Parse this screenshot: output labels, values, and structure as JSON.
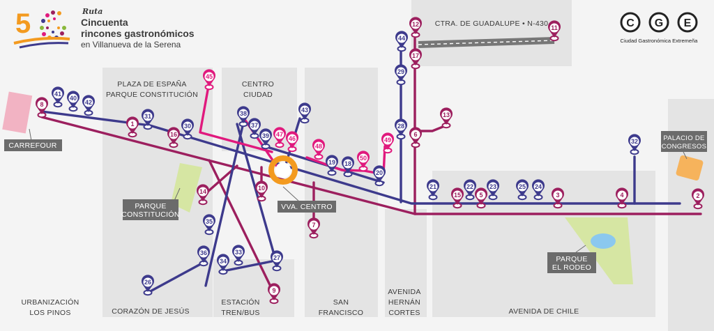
{
  "header": {
    "logo_number": "5",
    "ruta": "Ruta",
    "title_line1": "Cincuenta",
    "title_line2": "rincones gastronómicos",
    "title_line3": "en Villanueva de la Serena"
  },
  "cge": {
    "letters": [
      "C",
      "G",
      "E"
    ],
    "caption": "Ciudad Gastronómica Extremeña"
  },
  "areas": {
    "plaza_line1": "PLAZA DE ESPAÑA",
    "plaza_line2": "PARQUE CONSTITUCIÓN",
    "centro_line1": "CENTRO",
    "centro_line2": "CIUDAD",
    "ctra": "CTRA. DE GUADALUPE • N-430",
    "urbanizacion_line1": "URBANIZACIÓN",
    "urbanizacion_line2": "LOS PINOS",
    "corazon": "CORAZÓN DE JESÚS",
    "estacion_line1": "ESTACIÓN",
    "estacion_line2": "TREN/BUS",
    "san_line1": "SAN",
    "san_line2": "FRANCISCO",
    "hernan_line1": "AVENIDA",
    "hernan_line2": "HERNÁN",
    "hernan_line3": "CORTES",
    "chile": "AVENIDA DE CHILE"
  },
  "tags": {
    "carrefour": "CARREFOUR",
    "parque_line1": "PARQUE",
    "parque_line2": "CONSTITUCIÓN",
    "vva": "VVA. CENTRO",
    "rodeo_line1": "PARQUE",
    "rodeo_line2": "EL RODEO",
    "palacio_line1": "PALACIO DE",
    "palacio_line2": "CONGRESOS"
  },
  "colors": {
    "blue": "#3d3a8c",
    "purple": "#9c1f5e",
    "pink": "#e0197d",
    "orange": "#f39a1f",
    "block": "#e4e4e4",
    "green": "#d6e6a3",
    "tag": "#6b6b6b"
  },
  "pins": [
    {
      "num": "1",
      "route": "purple"
    },
    {
      "num": "2",
      "route": "purple"
    },
    {
      "num": "3",
      "route": "purple"
    },
    {
      "num": "4",
      "route": "purple"
    },
    {
      "num": "5",
      "route": "purple"
    },
    {
      "num": "6",
      "route": "purple"
    },
    {
      "num": "7",
      "route": "purple"
    },
    {
      "num": "8",
      "route": "purple"
    },
    {
      "num": "9",
      "route": "purple"
    },
    {
      "num": "10",
      "route": "purple"
    },
    {
      "num": "11",
      "route": "purple"
    },
    {
      "num": "12",
      "route": "purple"
    },
    {
      "num": "13",
      "route": "purple"
    },
    {
      "num": "14",
      "route": "purple"
    },
    {
      "num": "15",
      "route": "purple"
    },
    {
      "num": "16",
      "route": "purple"
    },
    {
      "num": "17",
      "route": "purple"
    },
    {
      "num": "18",
      "route": "blue"
    },
    {
      "num": "19",
      "route": "blue"
    },
    {
      "num": "20",
      "route": "blue"
    },
    {
      "num": "21",
      "route": "blue"
    },
    {
      "num": "22",
      "route": "blue"
    },
    {
      "num": "23",
      "route": "blue"
    },
    {
      "num": "24",
      "route": "blue"
    },
    {
      "num": "25",
      "route": "blue"
    },
    {
      "num": "26",
      "route": "blue"
    },
    {
      "num": "27",
      "route": "blue"
    },
    {
      "num": "28",
      "route": "blue"
    },
    {
      "num": "29",
      "route": "blue"
    },
    {
      "num": "30",
      "route": "blue"
    },
    {
      "num": "31",
      "route": "blue"
    },
    {
      "num": "32",
      "route": "blue"
    },
    {
      "num": "33",
      "route": "blue"
    },
    {
      "num": "34",
      "route": "blue"
    },
    {
      "num": "35",
      "route": "blue"
    },
    {
      "num": "36",
      "route": "blue"
    },
    {
      "num": "37",
      "route": "blue"
    },
    {
      "num": "38",
      "route": "blue"
    },
    {
      "num": "39",
      "route": "blue"
    },
    {
      "num": "40",
      "route": "blue"
    },
    {
      "num": "41",
      "route": "blue"
    },
    {
      "num": "42",
      "route": "blue"
    },
    {
      "num": "43",
      "route": "blue"
    },
    {
      "num": "44",
      "route": "blue"
    },
    {
      "num": "45",
      "route": "pink"
    },
    {
      "num": "46",
      "route": "pink"
    },
    {
      "num": "47",
      "route": "pink"
    },
    {
      "num": "48",
      "route": "pink"
    },
    {
      "num": "49",
      "route": "pink"
    },
    {
      "num": "50",
      "route": "pink"
    }
  ]
}
